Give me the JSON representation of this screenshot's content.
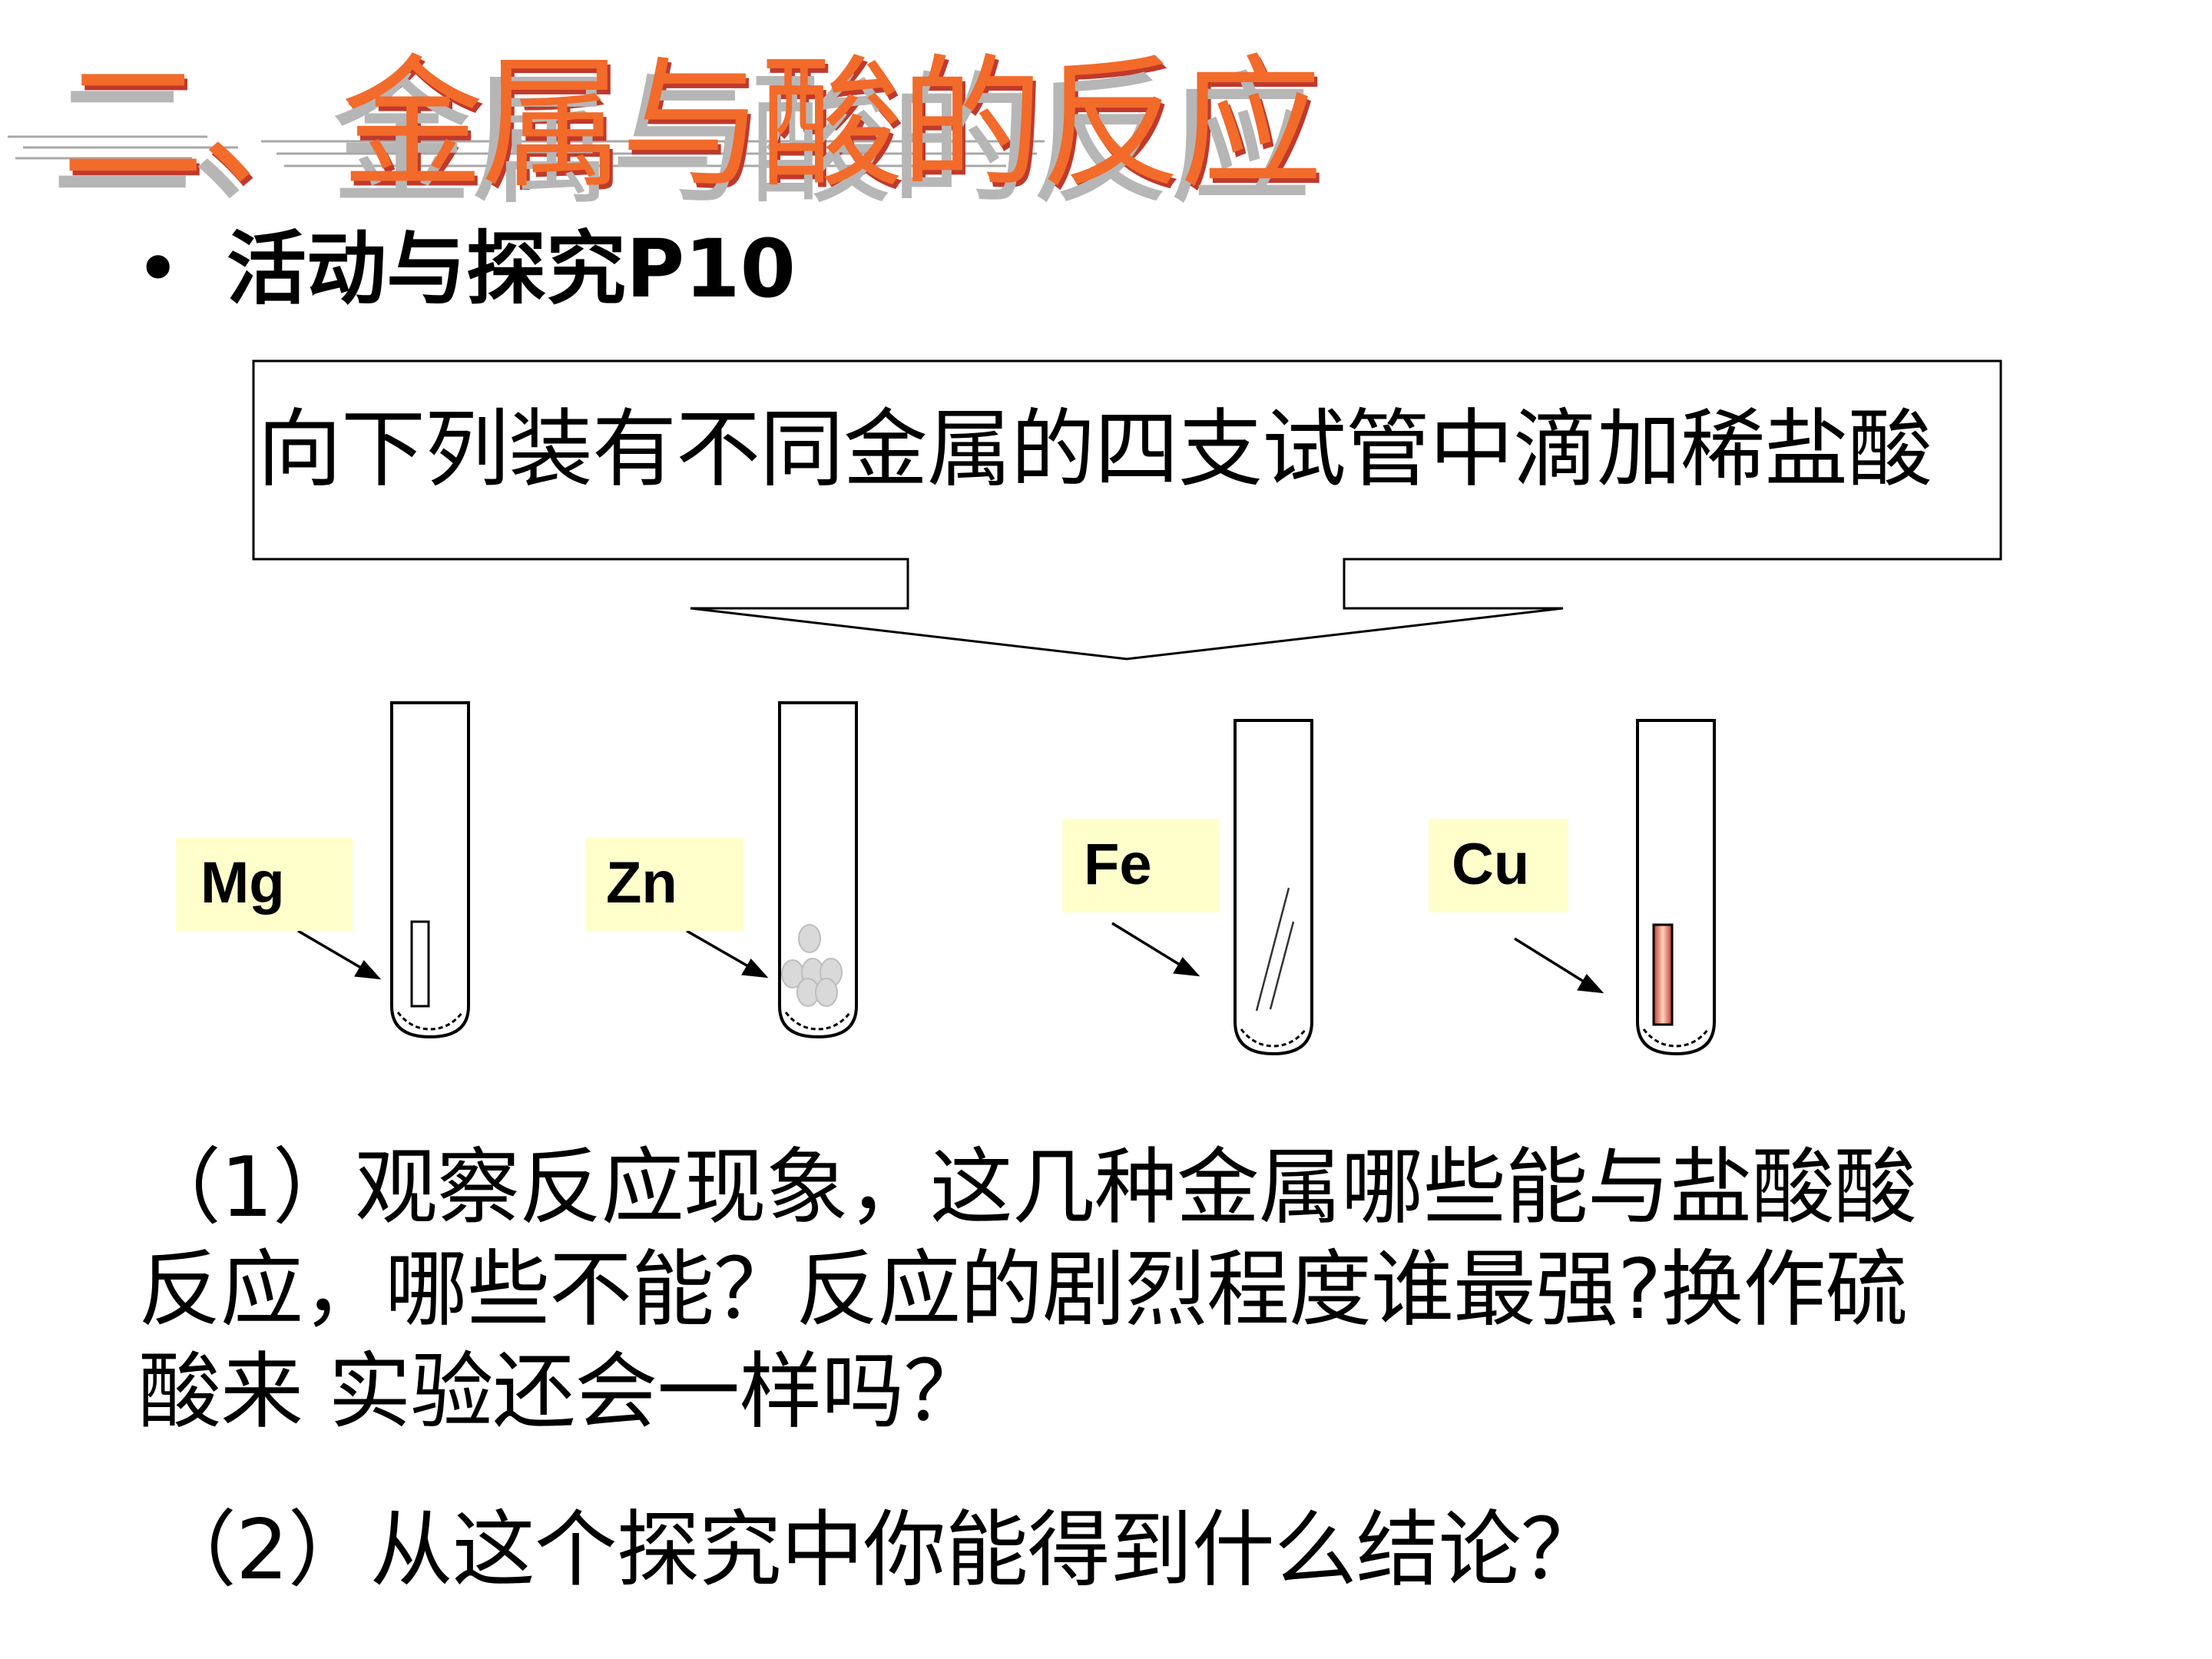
{
  "slide": {
    "title": "二、金属与酸的反应",
    "bullet": {
      "symbol": "•",
      "text": "活动与探究P10"
    },
    "callout": {
      "text": "向下列装有不同金属的四支试管中滴加稀盐酸"
    },
    "tubes": [
      {
        "metal": "Mg",
        "content": "ribbon"
      },
      {
        "metal": "Zn",
        "content": "granules"
      },
      {
        "metal": "Fe",
        "content": "wire"
      },
      {
        "metal": "Cu",
        "content": "strip"
      }
    ],
    "questions": {
      "q1_lines": [
        "（1）观察反应现象，这几种金属哪些能与盐酸酸",
        "反应，哪些不能？反应的剧烈程度谁最强?换作硫",
        "酸来 实验还会一样吗？"
      ],
      "q2": "（2）从这个探究中你能得到什么结论？"
    }
  },
  "colors": {
    "title": "#f26b2a",
    "title_shadow": "#b6b6b6",
    "label_bg": "#ffffcc",
    "copper": "#e8735a"
  }
}
